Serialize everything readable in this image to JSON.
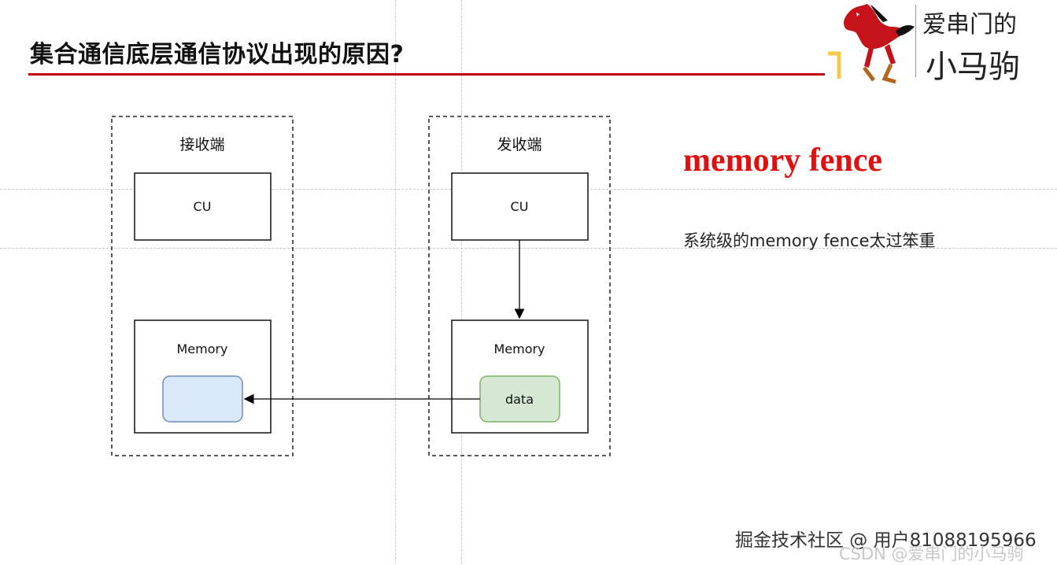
{
  "slide": {
    "title": "集合通信底层通信协议出现的原因?"
  },
  "logo": {
    "line1": "爱串门的",
    "line2": "小马驹",
    "colors": {
      "horse": "#c4141a",
      "accent": "#f2c94c",
      "legs": "#b5651d"
    }
  },
  "diagram": {
    "receiver": {
      "label": "接收端",
      "cu_label": "CU",
      "memory_label": "Memory",
      "buffer_label": "",
      "buffer_fill": "#dae8fc",
      "buffer_stroke": "#6c8ebf"
    },
    "sender": {
      "label": "发收端",
      "cu_label": "CU",
      "memory_label": "Memory",
      "buffer_label": "data",
      "buffer_fill": "#d5e8d4",
      "buffer_stroke": "#82b366"
    }
  },
  "notes": {
    "headline": "memory fence",
    "headline_color": "#e01010",
    "description": "系统级的memory fence太过笨重"
  },
  "watermarks": {
    "primary": "掘金技术社区 @ 用户81088195966",
    "secondary": "CSDN @爱串门的小马驹"
  }
}
